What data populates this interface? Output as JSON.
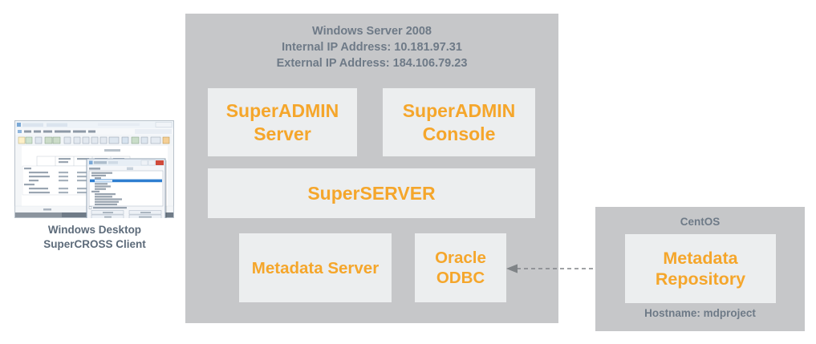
{
  "diagram": {
    "server_panel": {
      "title": "Windows Server 2008\nInternal IP Address: 10.181.97.31\nExternal IP Address: 184.106.79.23",
      "os_name": "Windows Server 2008",
      "internal_ip_label": "Internal IP Address: 10.181.97.31",
      "external_ip_label": "External IP Address: 184.106.79.23",
      "components": [
        {
          "id": "superadmin-server",
          "label": "SuperADMIN\nServer"
        },
        {
          "id": "superadmin-console",
          "label": "SuperADMIN\nConsole"
        },
        {
          "id": "superserver",
          "label": "SuperSERVER"
        },
        {
          "id": "metadata-server",
          "label": "Metadata Server"
        },
        {
          "id": "oracle-odbc",
          "label": "Oracle\nODBC"
        }
      ]
    },
    "centos_panel": {
      "title": "CentOS",
      "hostname": "Hostname: mdproject",
      "components": [
        {
          "id": "metadata-repository",
          "label": "Metadata\nRepository"
        }
      ]
    },
    "client": {
      "caption": "Windows Desktop\nSuperCROSS Client",
      "caption_line1": "Windows Desktop",
      "caption_line2": "SuperCROSS Client",
      "screenshot_name": "supercross-client-screenshot"
    },
    "connector": {
      "name": "oracle-odbc-to-metadata-repository",
      "style": "dashed bidirectional arrow"
    },
    "colors": {
      "panel_gray": "#c6c7c9",
      "box_fill": "#eceeef",
      "accent_orange": "#f5a62b",
      "title_slate": "#6e7a87",
      "caption_slate": "#5d6b7a",
      "connector_gray": "#808487"
    }
  }
}
